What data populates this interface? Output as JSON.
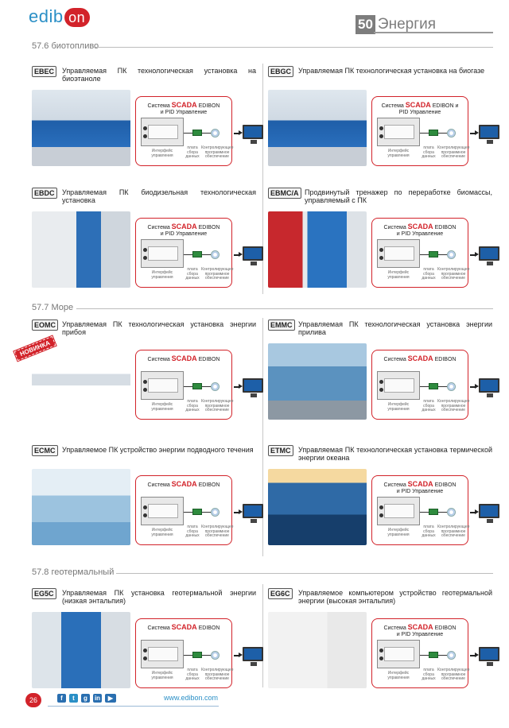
{
  "header": {
    "logo": "edibon",
    "chapter_number": "50",
    "chapter_word": "Энергия"
  },
  "sections": [
    {
      "title": "57.6 биотопливо"
    },
    {
      "title": "57.7 Море"
    },
    {
      "title": "57.8 геотермальный"
    }
  ],
  "products": [
    {
      "code": "EBEC",
      "title": "Управляемая ПК технологическая установка на биоэтаноле",
      "scada_line1": "Система",
      "scada_brand": "SCADA",
      "scada_tail": "EDIBON",
      "scada_line2": "и PID Управление"
    },
    {
      "code": "EBGC",
      "title": "Управляемая ПК технологическая установка на биогазе",
      "scada_line1": "Система",
      "scada_brand": "SCADA",
      "scada_tail": "EDIBON и",
      "scada_line2": "PID Управление"
    },
    {
      "code": "EBDC",
      "title": "Управляемая ПК биодизельная технологическая установка",
      "scada_line1": "Система",
      "scada_brand": "SCADA",
      "scada_tail": "EDIBON",
      "scada_line2": "и PID Управление"
    },
    {
      "code": "EBMC/A",
      "title": "Продвинутый тренажер по переработке биомассы, управляемый с ПК",
      "scada_line1": "Система",
      "scada_brand": "SCADA",
      "scada_tail": "EDIBON",
      "scada_line2": "и PID Управление"
    },
    {
      "code": "EOMC",
      "title": "Управляемая ПК технологическая установка энергии прибоя",
      "scada_line1": "Система",
      "scada_brand": "SCADA",
      "scada_tail": "EDIBON",
      "scada_line2": ""
    },
    {
      "code": "EMMC",
      "title": "Управляемая ПК технологическая установка энергии прилива",
      "scada_line1": "Система",
      "scada_brand": "SCADA",
      "scada_tail": "EDIBON",
      "scada_line2": ""
    },
    {
      "code": "ECMC",
      "title": "Управляемое ПК устройство энергии подводного течения",
      "scada_line1": "Система",
      "scada_brand": "SCADA",
      "scada_tail": "EDIBON",
      "scada_line2": ""
    },
    {
      "code": "ETMC",
      "title": "Управляемая ПК технологическая установка термической энергии океана",
      "scada_line1": "Система",
      "scada_brand": "SCADA",
      "scada_tail": "EDIBON",
      "scada_line2": "и PID Управление"
    },
    {
      "code": "EG5C",
      "title": "Управляемая ПК установка геотермальной энергии (низкая энтальпия)",
      "scada_line1": "Система",
      "scada_brand": "SCADA",
      "scada_tail": "EDIBON",
      "scada_line2": ""
    },
    {
      "code": "EG6C",
      "title": "Управляемое компьютером устройство геотермальной энергии (высокая энтальпия)",
      "scada_line1": "Система",
      "scada_brand": "SCADA",
      "scada_tail": "EDIBON",
      "scada_line2": "и PID Управление"
    }
  ],
  "diagram_labels": {
    "interface": "Интерфейс управления",
    "card": "плата сбора данных",
    "software": "Контролирующее программное обеспечение"
  },
  "new_badge": "НОВИНКА",
  "footer": {
    "page_number": "26",
    "url": "www.edibon.com",
    "social_icons": [
      "facebook-icon",
      "twitter-icon",
      "google-plus-icon",
      "linkedin-icon",
      "youtube-icon"
    ]
  },
  "colors": {
    "brand_red": "#d2232a",
    "brand_blue": "#2a8fc6",
    "grey": "#7d7d7d"
  }
}
